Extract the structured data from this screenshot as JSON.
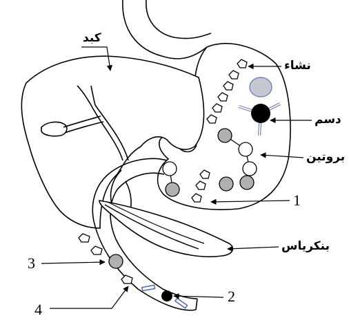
{
  "labels": {
    "liver": "كبد",
    "starch": "نشاء",
    "fat": "دسم",
    "protein": "بروتين",
    "pancreas": "بنكرياس",
    "n1": "1",
    "n2": "2",
    "n3": "3",
    "n4": "4"
  },
  "colors": {
    "stroke": "#000000",
    "gray_molecule": "#b0b0b0",
    "starch_blob": "#c4c8d0",
    "fat_core": "#000000",
    "fat_tail": "#5a6fb0"
  }
}
